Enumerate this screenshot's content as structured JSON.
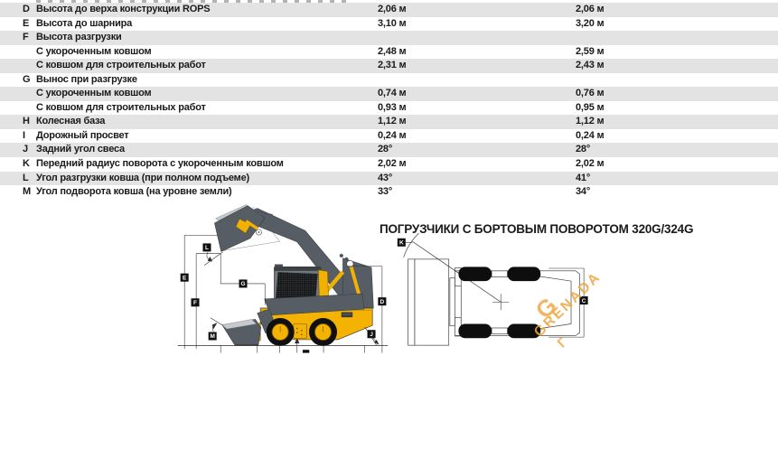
{
  "table": {
    "rows": [
      {
        "letter": "D",
        "label": "Высота до верха конструкции ROPS",
        "col1": "2,06 м",
        "col2": "2,06 м",
        "shaded": true
      },
      {
        "letter": "E",
        "label": "Высота до шарнира",
        "col1": "3,10 м",
        "col2": "3,20 м",
        "shaded": false
      },
      {
        "letter": "F",
        "label": "Высота разгрузки",
        "col1": "",
        "col2": "",
        "shaded": true
      },
      {
        "letter": "",
        "label": "С укороченным ковшом",
        "col1": "2,48 м",
        "col2": "2,59 м",
        "shaded": false
      },
      {
        "letter": "",
        "label": "С ковшом для строительных работ",
        "col1": "2,31 м",
        "col2": "2,43 м",
        "shaded": true
      },
      {
        "letter": "G",
        "label": "Вынос при разгрузке",
        "col1": "",
        "col2": "",
        "shaded": false
      },
      {
        "letter": "",
        "label": "С укороченным ковшом",
        "col1": "0,74 м",
        "col2": "0,76 м",
        "shaded": true
      },
      {
        "letter": "",
        "label": "С ковшом для строительных работ",
        "col1": "0,93 м",
        "col2": "0,95 м",
        "shaded": false
      },
      {
        "letter": "H",
        "label": "Колесная база",
        "col1": "1,12 м",
        "col2": "1,12 м",
        "shaded": true
      },
      {
        "letter": "I",
        "label": "Дорожный просвет",
        "col1": "0,24 м",
        "col2": "0,24 м",
        "shaded": false
      },
      {
        "letter": "J",
        "label": "Задний угол свеса",
        "col1": "28°",
        "col2": "28°",
        "shaded": true
      },
      {
        "letter": "K",
        "label": "Передний радиус поворота с укороченным ковшом",
        "col1": "2,02 м",
        "col2": "2,02 м",
        "shaded": false
      },
      {
        "letter": "L",
        "label": "Угол разгрузки ковша (при полном подъеме)",
        "col1": "43°",
        "col2": "41°",
        "shaded": true
      },
      {
        "letter": "M",
        "label": "Угол подворота ковша (на уровне земли)",
        "col1": "33°",
        "col2": "34°",
        "shaded": false
      }
    ]
  },
  "section": {
    "heading": "ПОГРУЗЧИКИ С БОРТОВЫМ ПОВОРОТОМ 320G/324G"
  },
  "diagram": {
    "labels": {
      "D": "D",
      "E": "E",
      "F": "F",
      "G": "G",
      "J": "J",
      "K": "K",
      "L": "L",
      "M": "M",
      "C": "C"
    }
  },
  "watermark": {
    "big_letter": "G",
    "text": "GRENADA",
    "partial_letter": "Г",
    "color": "#F0A43C"
  },
  "colors": {
    "machine_yellow": "#F4B303",
    "boom_gray": "#565D64",
    "row_stripe": "#E3E3E3",
    "label_black": "#0F0F0F"
  }
}
